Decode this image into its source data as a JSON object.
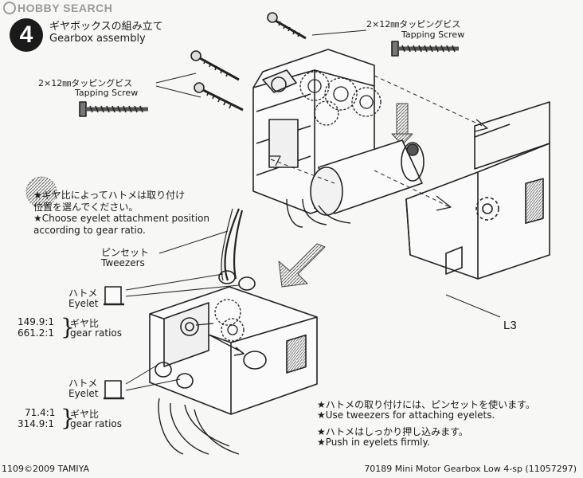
{
  "watermark": "HOBBY SEARCH",
  "step": {
    "number": "4",
    "title_jp": "ギヤボックスの組み立て",
    "title_en": "Gearbox assembly"
  },
  "screw_label_top": {
    "jp": "2×12㎜タッピングビス",
    "en": "Tapping Screw"
  },
  "screw_label_left": {
    "jp": "2×12㎜タッピングビス",
    "en": "Tapping Screw"
  },
  "gear_note": {
    "jp_line1": "★ギヤ比によってハトメは取り付け",
    "jp_line2": "位置を選んでください。",
    "en_line1": "★Choose eyelet attachment position",
    "en_line2": "according to gear ratio."
  },
  "tweezers": {
    "jp": "ピンセット",
    "en": "Tweezers"
  },
  "eyelet_top": {
    "label_jp": "ハトメ",
    "label_en": "Eyelet",
    "ratio1": "149.9:1",
    "ratio2": "661.2:1",
    "gear_jp": "ギヤ比",
    "gear_en": "gear ratios"
  },
  "eyelet_bottom": {
    "label_jp": "ハトメ",
    "label_en": "Eyelet",
    "ratio1": "71.4:1",
    "ratio2": "314.9:1",
    "gear_jp": "ギヤ比",
    "gear_en": "gear ratios"
  },
  "part_label": "L3",
  "notes_bottom": [
    "★ハトメの取り付けには、ピンセットを使います。",
    "★Use tweezers for attaching eyelets.",
    "★ハトメはしっかり押し込みます。",
    "★Push in eyelets firmly."
  ],
  "footer": {
    "left": "1109©2009 TAMIYA",
    "right": "70189  Mini Motor Gearbox Low 4-sp (11057297)"
  }
}
